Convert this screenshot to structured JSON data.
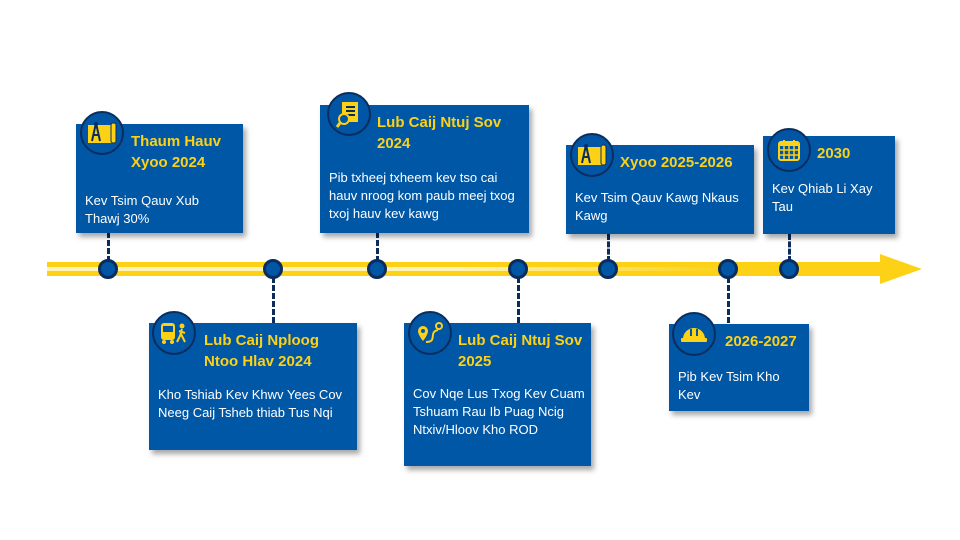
{
  "colors": {
    "card_bg": "#0057a6",
    "accent_yellow": "#fdd116",
    "dark_navy": "#0b2d5e",
    "white": "#ffffff"
  },
  "timeline": {
    "above": [
      {
        "icon": "blueprint-compass-icon",
        "title": "Thaum Hauv Xyoo 2024",
        "body": "Kev Tsim Qauv Xub Thawj 30%"
      },
      {
        "icon": "document-search-icon",
        "title": "Lub Caij Ntuj Sov 2024",
        "body": "Pib txheej txheem kev tso cai hauv nroog kom paub meej txog txoj hauv kev kawg"
      },
      {
        "icon": "blueprint-compass-icon",
        "title": "Xyoo 2025-2026",
        "body": "Kev Tsim Qauv Kawg Nkaus Kawg"
      },
      {
        "icon": "calendar-icon",
        "title": "2030",
        "body": "Kev Qhiab Li Xay Tau"
      }
    ],
    "below": [
      {
        "icon": "bus-pedestrian-icon",
        "title": "Lub Caij Nploog Ntoo Hlav 2024",
        "body": "Kho Tshiab Kev Khwv Yees Cov Neeg Caij Tsheb thiab Tus Nqi"
      },
      {
        "icon": "route-pin-icon",
        "title": "Lub Caij Ntuj Sov 2025",
        "body": "Cov Nqe Lus Txog Kev Cuam Tshuam Rau Ib Puag Ncig Ntxiv/Hloov Kho ROD"
      },
      {
        "icon": "hard-hat-icon",
        "title": "2026-2027",
        "body": "Pib Kev Tsim Kho Kev"
      }
    ]
  }
}
